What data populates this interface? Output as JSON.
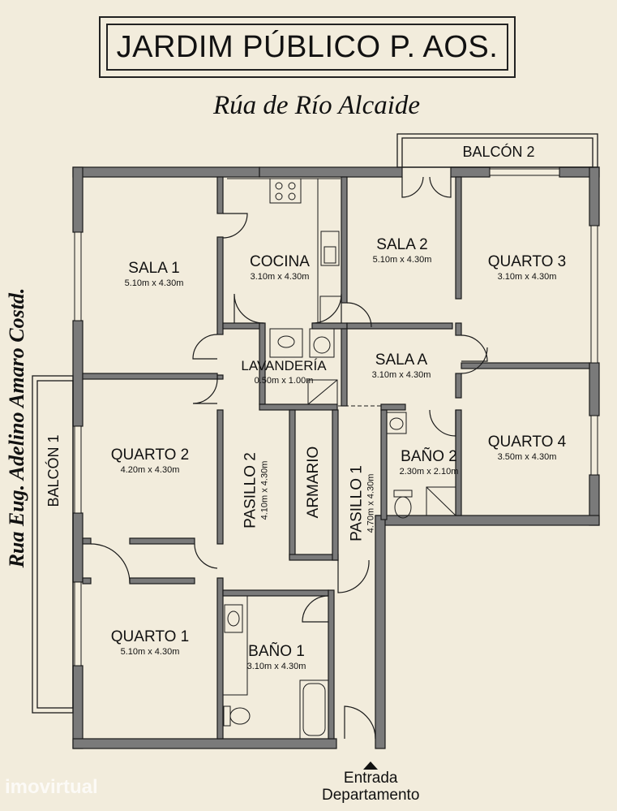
{
  "header": {
    "title": "JARDIM PÚBLICO P. AOS.",
    "street_top": "Rúa de Río Alcaide",
    "street_left": "Rua Eug. Adelino Amaro Costd."
  },
  "rooms": {
    "sala1": {
      "name": "SALA 1",
      "dims": "5.10m x 4.30m"
    },
    "cocina": {
      "name": "COCINA",
      "dims": "3.10m x 4.30m"
    },
    "sala2": {
      "name": "SALA 2",
      "dims": "5.10m x 4.30m"
    },
    "quarto3": {
      "name": "QUARTO 3",
      "dims": "3.10m x 4.30m"
    },
    "lavanderia": {
      "name": "LAVANDERÍA",
      "dims": "0.50m x 1.00m"
    },
    "salaA": {
      "name": "SALA A",
      "dims": "3.10m x 4.30m"
    },
    "quarto2": {
      "name": "QUARTO 2",
      "dims": "4.20m x 4.30m"
    },
    "pasillo2": {
      "name": "PASILLO 2",
      "dims": "4.10m x 4.30m"
    },
    "armario": {
      "name": "ARMARIO"
    },
    "pasillo1": {
      "name": "PASILLO 1",
      "dims": "4.70m x 4.30m"
    },
    "bano2": {
      "name": "BAÑO 2",
      "dims": "2.30m x 2.10m"
    },
    "quarto4": {
      "name": "QUARTO 4",
      "dims": "3.50m x 4.30m"
    },
    "quarto1": {
      "name": "QUARTO 1",
      "dims": "5.10m x 4.30m"
    },
    "bano1": {
      "name": "BAÑO 1",
      "dims": "3.10m x 4.30m"
    }
  },
  "balconies": {
    "balcon1": "BALCÓN 1",
    "balcon2": "BALCÓN 2"
  },
  "entrance": {
    "line1": "Entrada",
    "line2": "Departamento"
  },
  "watermark": "imovirtual",
  "colors": {
    "background": "#f2ecdc",
    "wall_fill": "#7a7a7a",
    "wall_stroke": "#1a1a1a",
    "ink": "#111111"
  }
}
